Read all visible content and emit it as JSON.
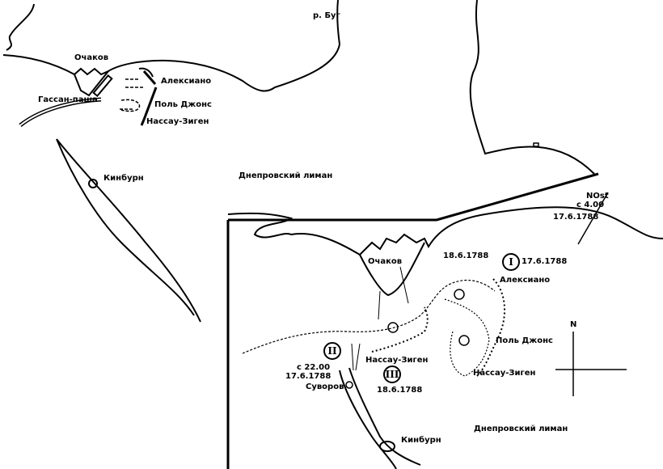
{
  "overview": {
    "labels": {
      "river": "р. Буг",
      "ochakov": "Очаков",
      "hassan": "Гассан-паша",
      "alexiano": "Алексиано",
      "paul_jones": "Поль Джонс",
      "nassau": "Нассау-Зиген",
      "kinburn": "Кинбурн",
      "liman": "Днепровский лиман"
    }
  },
  "inset": {
    "labels": {
      "ochakov": "Очаков",
      "alexiano": "Алексиано",
      "paul_jones": "Поль Джонс",
      "nassau_east": "Нассау-Зиген",
      "nassau_west": "Нассау-Зиген",
      "suvorov": "Суворов",
      "kinburn": "Кинбурн",
      "liman": "Днепровский лиман",
      "wind": "NOst",
      "wind_time": "с 4.00",
      "wind_date": "17.6.1788",
      "date_top": "18.6.1788",
      "phase1_date": "17.6.1788",
      "phase2_time": "с 22.00",
      "phase2_date": "17.6.1788",
      "phase3_date": "18.6.1788",
      "north": "N"
    },
    "phases": [
      "I",
      "II",
      "III"
    ]
  }
}
